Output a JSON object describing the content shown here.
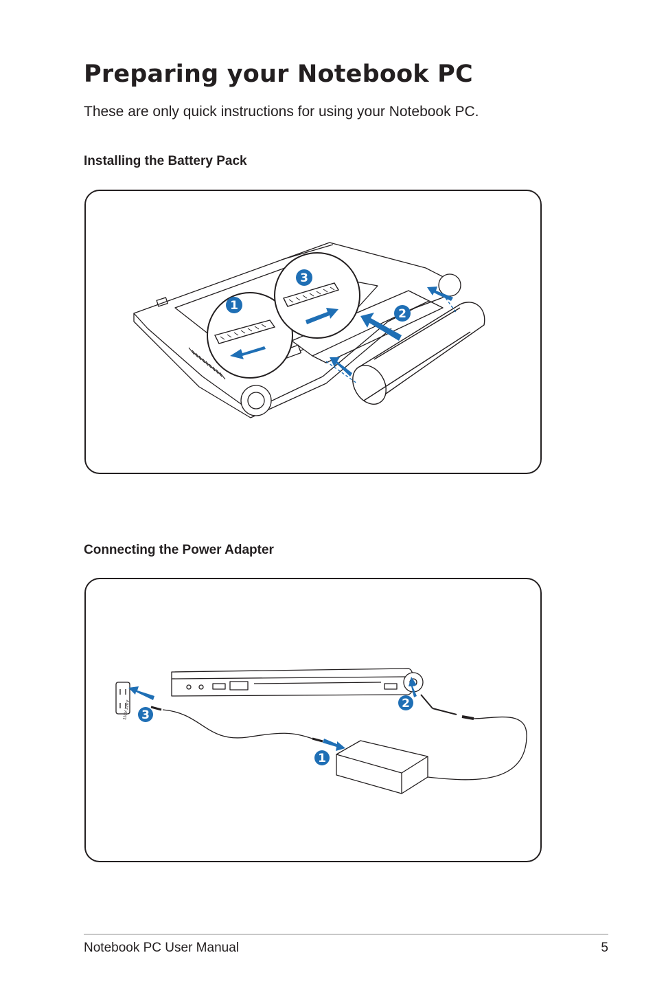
{
  "page": {
    "title": "Preparing your Notebook PC",
    "intro": "These are only quick instructions for using your Notebook PC."
  },
  "sections": [
    {
      "heading": "Installing the Battery Pack",
      "steps": [
        "1",
        "2",
        "3"
      ]
    },
    {
      "heading": "Connecting the Power Adapter",
      "steps": [
        "1",
        "2",
        "3"
      ],
      "outlet_label": "110V-220V"
    }
  ],
  "footer": {
    "manual_name": "Notebook PC User Manual",
    "page_number": "5"
  },
  "colors": {
    "accent_blue": "#1f6fb5",
    "line": "#231f20"
  }
}
